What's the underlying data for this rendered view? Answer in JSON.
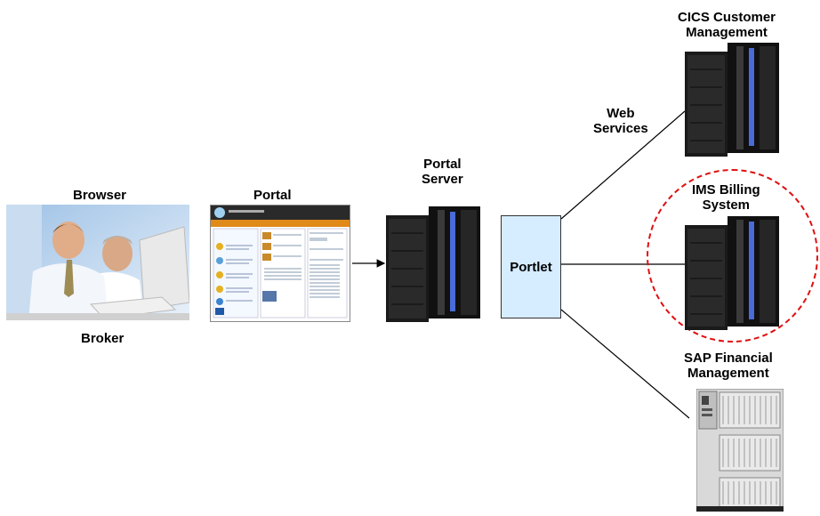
{
  "nodes": {
    "browser": {
      "title": "Browser",
      "caption": "Broker"
    },
    "portal": {
      "title": "Portal"
    },
    "portal_server": {
      "title_line1": "Portal",
      "title_line2": "Server"
    },
    "portlet": {
      "label": "Portlet"
    },
    "web_services": {
      "line1": "Web",
      "line2": "Services"
    },
    "cics": {
      "line1": "CICS Customer",
      "line2": "Management"
    },
    "ims": {
      "line1": "IMS Billing",
      "line2": "System"
    },
    "sap": {
      "line1": "SAP Financial",
      "line2": "Management"
    }
  },
  "colors": {
    "portlet_fill": "#d6ecff",
    "highlight_circle": "#e01010",
    "server_body": "#1a1a1a",
    "server_accent": "#4a6bd8"
  }
}
